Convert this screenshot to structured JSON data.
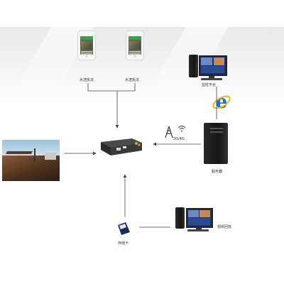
{
  "nodes": {
    "phone_left_label": "水渣执法",
    "phone_right_label": "水渣执法",
    "monitor_platform_label": "监控平台",
    "network_label": "3G/4G",
    "server_label": "服务器",
    "storage_card_label": "存储卡",
    "playback_label": "视频回放"
  },
  "colors": {
    "arrow": "#444444",
    "ie_blue": "#1a73c8",
    "ie_ring": "#f2b21b",
    "card": "#1b2b4e"
  }
}
